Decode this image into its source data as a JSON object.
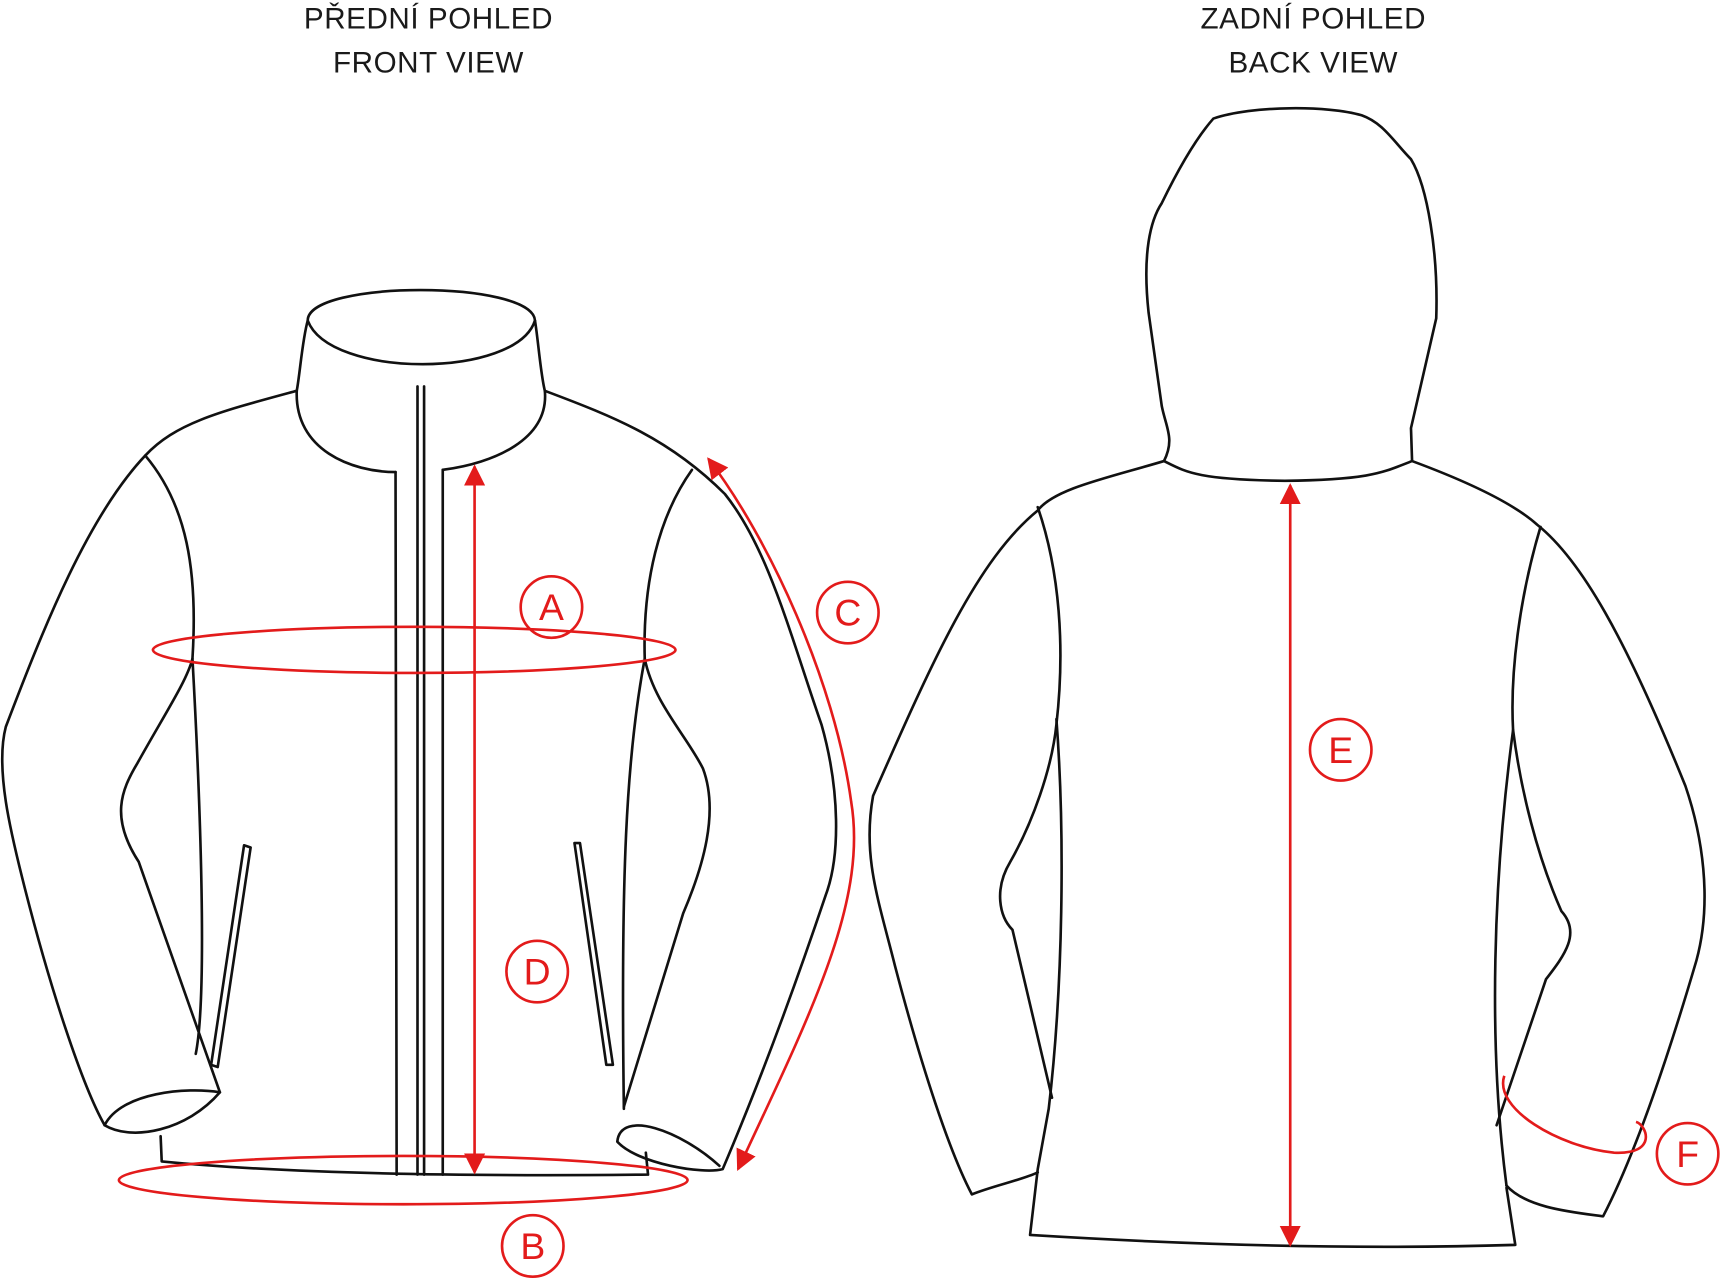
{
  "front_view": {
    "title_cz": "PŘEDNÍ POHLED",
    "title_en": "FRONT VIEW"
  },
  "back_view": {
    "title_cz": "ZADNÍ POHLED",
    "title_en": "BACK VIEW"
  },
  "measurements": {
    "a": "A",
    "b": "B",
    "c": "C",
    "d": "D",
    "e": "E",
    "f": "F"
  },
  "colors": {
    "outline": "#111111",
    "measure": "#e31b1b"
  }
}
